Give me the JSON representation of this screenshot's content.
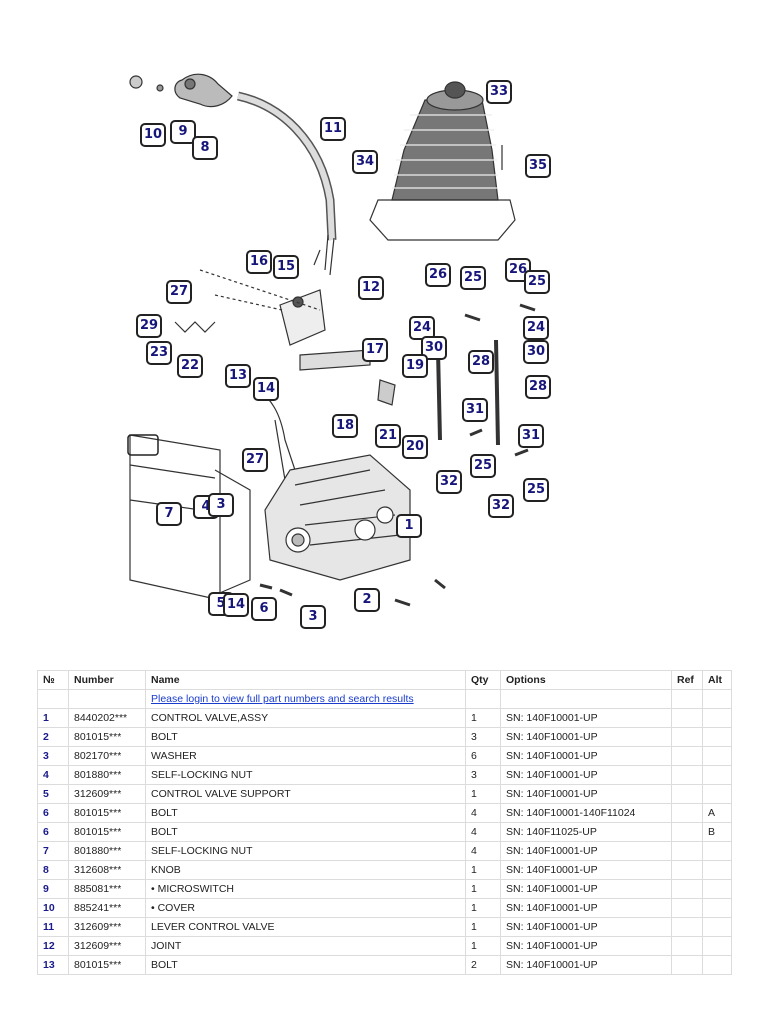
{
  "diagram": {
    "callouts": [
      "10",
      "9",
      "8",
      "11",
      "33",
      "34",
      "35",
      "16",
      "15",
      "12",
      "27",
      "26",
      "25",
      "26",
      "25",
      "29",
      "23",
      "22",
      "24",
      "30",
      "24",
      "30",
      "17",
      "19",
      "28",
      "13",
      "14",
      "18",
      "21",
      "20",
      "31",
      "28",
      "31",
      "27",
      "25",
      "32",
      "32",
      "25",
      "7",
      "4",
      "3",
      "1",
      "5",
      "14",
      "6",
      "3",
      "2"
    ]
  },
  "table": {
    "headers": {
      "no": "№",
      "number": "Number",
      "name": "Name",
      "qty": "Qty",
      "options": "Options",
      "ref": "Ref",
      "alt": "Alt"
    },
    "login_link": "Please login to view full part numbers and search results",
    "rows": [
      {
        "no": "1",
        "number": "8440202***",
        "name": "CONTROL VALVE,ASSY",
        "qty": "1",
        "options": "SN: 140F10001-UP",
        "ref": "",
        "alt": ""
      },
      {
        "no": "2",
        "number": "801015***",
        "name": "BOLT",
        "qty": "3",
        "options": "SN: 140F10001-UP",
        "ref": "",
        "alt": ""
      },
      {
        "no": "3",
        "number": "802170***",
        "name": "WASHER",
        "qty": "6",
        "options": "SN: 140F10001-UP",
        "ref": "",
        "alt": ""
      },
      {
        "no": "4",
        "number": "801880***",
        "name": "SELF-LOCKING NUT",
        "qty": "3",
        "options": "SN: 140F10001-UP",
        "ref": "",
        "alt": ""
      },
      {
        "no": "5",
        "number": "312609***",
        "name": "CONTROL VALVE SUPPORT",
        "qty": "1",
        "options": "SN: 140F10001-UP",
        "ref": "",
        "alt": ""
      },
      {
        "no": "6",
        "number": "801015***",
        "name": "BOLT",
        "qty": "4",
        "options": "SN: 140F10001-140F11024",
        "ref": "",
        "alt": "A"
      },
      {
        "no": "6",
        "number": "801015***",
        "name": "BOLT",
        "qty": "4",
        "options": "SN: 140F11025-UP",
        "ref": "",
        "alt": "B"
      },
      {
        "no": "7",
        "number": "801880***",
        "name": "SELF-LOCKING NUT",
        "qty": "4",
        "options": "SN: 140F10001-UP",
        "ref": "",
        "alt": ""
      },
      {
        "no": "8",
        "number": "312608***",
        "name": "KNOB",
        "qty": "1",
        "options": "SN: 140F10001-UP",
        "ref": "",
        "alt": ""
      },
      {
        "no": "9",
        "number": "885081***",
        "name": "• MICROSWITCH",
        "qty": "1",
        "options": "SN: 140F10001-UP",
        "ref": "",
        "alt": ""
      },
      {
        "no": "10",
        "number": "885241***",
        "name": "• COVER",
        "qty": "1",
        "options": "SN: 140F10001-UP",
        "ref": "",
        "alt": ""
      },
      {
        "no": "11",
        "number": "312609***",
        "name": "LEVER CONTROL VALVE",
        "qty": "1",
        "options": "SN: 140F10001-UP",
        "ref": "",
        "alt": ""
      },
      {
        "no": "12",
        "number": "312609***",
        "name": "JOINT",
        "qty": "1",
        "options": "SN: 140F10001-UP",
        "ref": "",
        "alt": ""
      },
      {
        "no": "13",
        "number": "801015***",
        "name": "BOLT",
        "qty": "2",
        "options": "SN: 140F10001-UP",
        "ref": "",
        "alt": ""
      }
    ]
  }
}
